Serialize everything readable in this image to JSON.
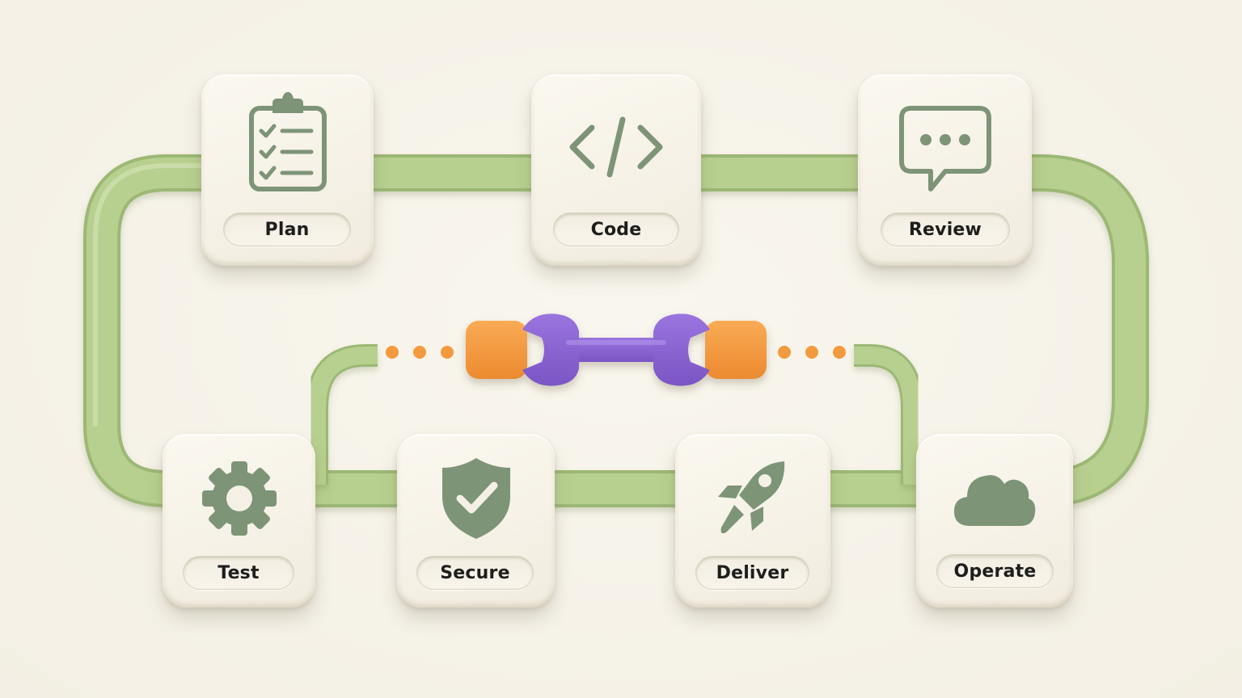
{
  "colors": {
    "pipe": "#b7d08f",
    "pipe_dark": "#9cb874",
    "icon": "#7d9477",
    "connector": "#f39a3f",
    "wrench": "#8b63d2",
    "card": "#f6f2e7"
  },
  "stages": [
    {
      "id": "plan",
      "label": "Plan",
      "icon": "clipboard-checklist-icon"
    },
    {
      "id": "code",
      "label": "Code",
      "icon": "code-brackets-icon"
    },
    {
      "id": "review",
      "label": "Review",
      "icon": "speech-bubble-icon"
    },
    {
      "id": "test",
      "label": "Test",
      "icon": "gear-icon"
    },
    {
      "id": "secure",
      "label": "Secure",
      "icon": "shield-check-icon"
    },
    {
      "id": "deliver",
      "label": "Deliver",
      "icon": "rocket-icon"
    },
    {
      "id": "operate",
      "label": "Operate",
      "icon": "cloud-icon"
    }
  ],
  "center_tool": {
    "icon": "wrench-icon",
    "connectors": "orange-connector-icon"
  }
}
